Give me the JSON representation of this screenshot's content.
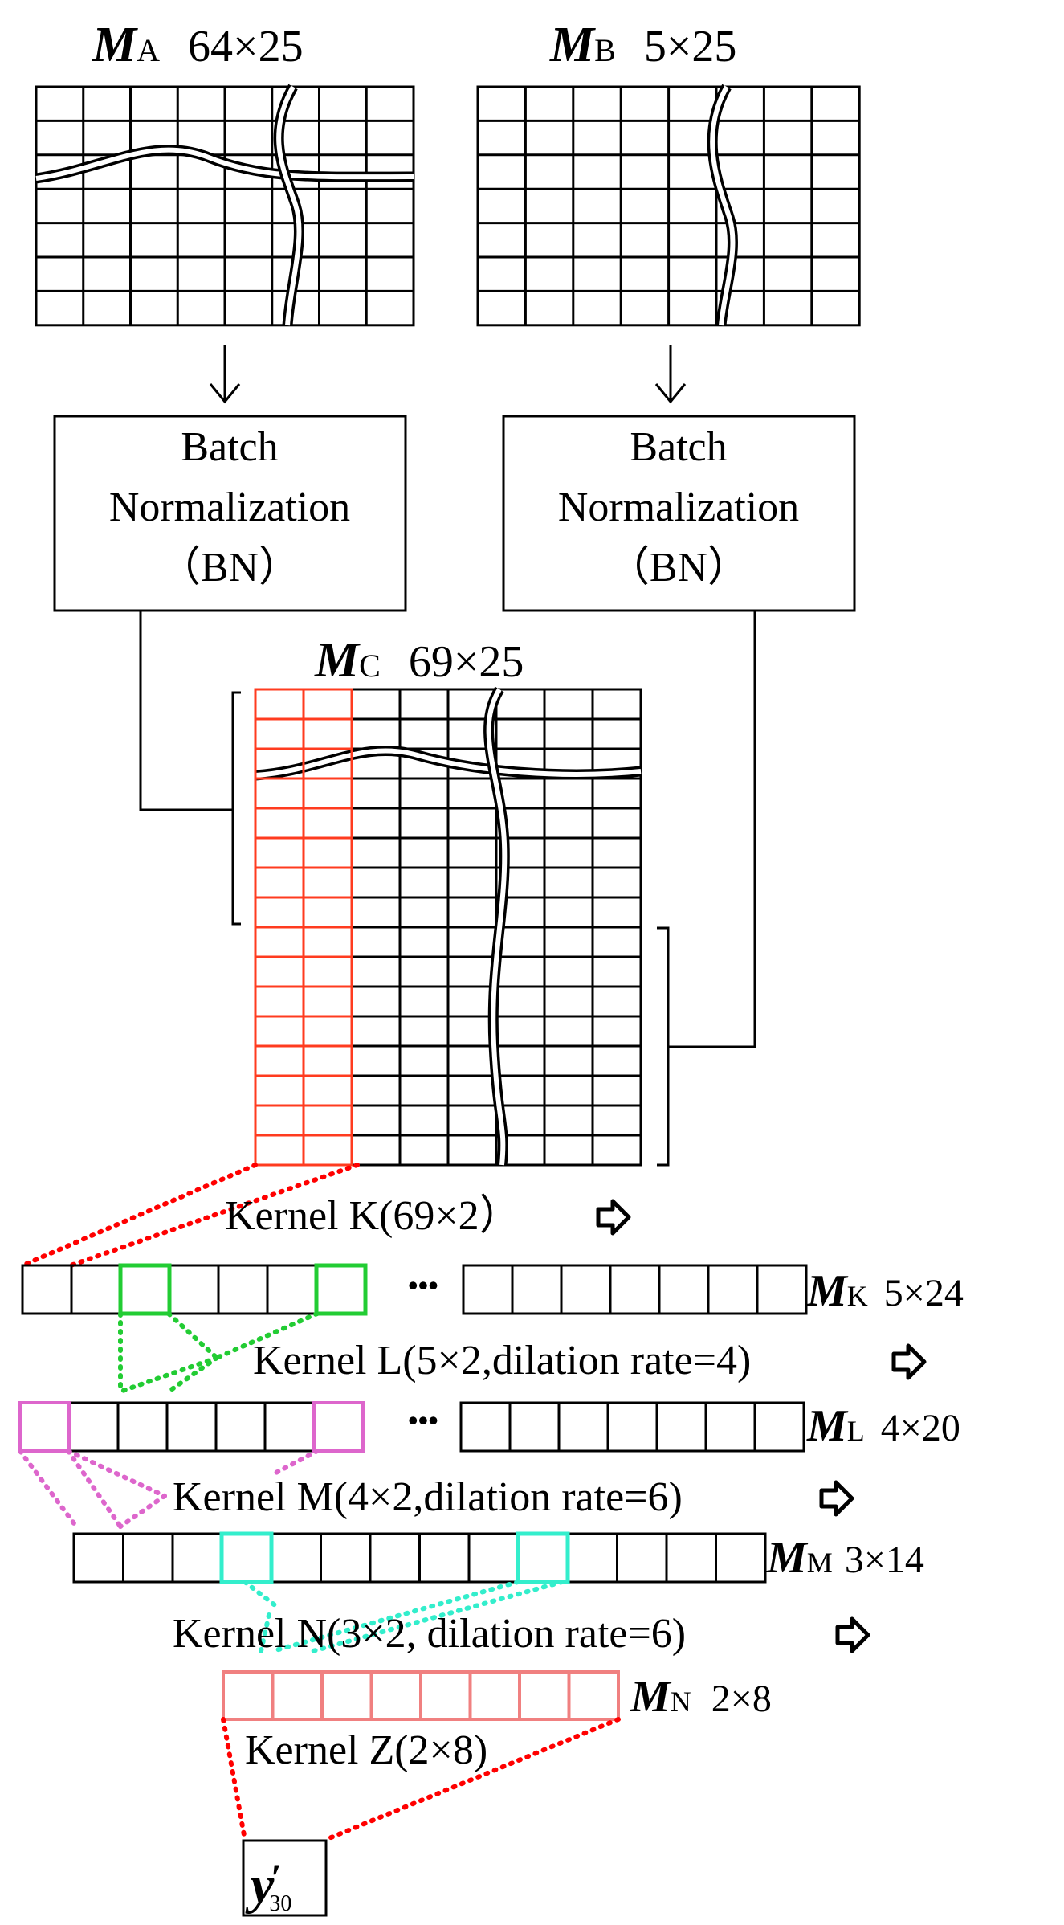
{
  "matrices": {
    "ma": {
      "name": "M",
      "sub": "A",
      "dims": "64×25"
    },
    "mb": {
      "name": "M",
      "sub": "B",
      "dims": "5×25"
    },
    "mc": {
      "name": "M",
      "sub": "C",
      "dims": "69×25"
    },
    "mk": {
      "name": "M",
      "sub": "K",
      "dims": "5×24"
    },
    "ml": {
      "name": "M",
      "sub": "L",
      "dims": "4×20"
    },
    "mm": {
      "name": "M",
      "sub": "M",
      "dims": "3×14"
    },
    "mn": {
      "name": "M",
      "sub": "N",
      "dims": "2×8"
    }
  },
  "bn_boxes": {
    "left": {
      "line1": "Batch",
      "line2": "Normalization",
      "line3": "（BN）"
    },
    "right": {
      "line1": "Batch",
      "line2": "Normalization",
      "line3": "（BN）"
    }
  },
  "kernels": {
    "k": "Kernel K(69×2）",
    "l": "Kernel L(5×2,dilation rate=4)",
    "m": "Kernel M(4×2,dilation rate=6)",
    "n": "Kernel N(3×2, dilation rate=6)",
    "z": "Kernel Z(2×8)"
  },
  "ellipsis": "•••",
  "output": {
    "symbol": "y",
    "prime": "′",
    "sub": "30"
  },
  "colors": {
    "line": "#000000",
    "kernel_k": "#ff3b1f",
    "kernel_k_dots": "#ff0000",
    "kernel_l": "#22cc33",
    "kernel_m": "#dd66cc",
    "kernel_n": "#33eecc",
    "mn": "#f08080",
    "kernel_z_dots": "#ff0000"
  }
}
